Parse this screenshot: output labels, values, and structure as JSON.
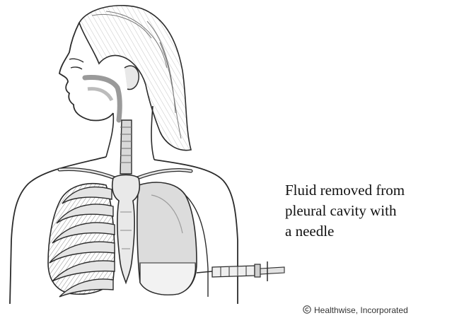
{
  "caption": {
    "lines": [
      "Fluid removed from",
      "pleural cavity with",
      "a needle"
    ]
  },
  "copyright": {
    "text": "Healthwise, Incorporated"
  },
  "colors": {
    "ink": "#2b2b2b",
    "tissue_shade": "#bdbdbd",
    "lung_shade": "#d9d9d9",
    "rib_shade": "#8a8a8a",
    "fluid_shade": "#f0f0f0"
  },
  "icons": {
    "copyright": "copyright-icon"
  }
}
